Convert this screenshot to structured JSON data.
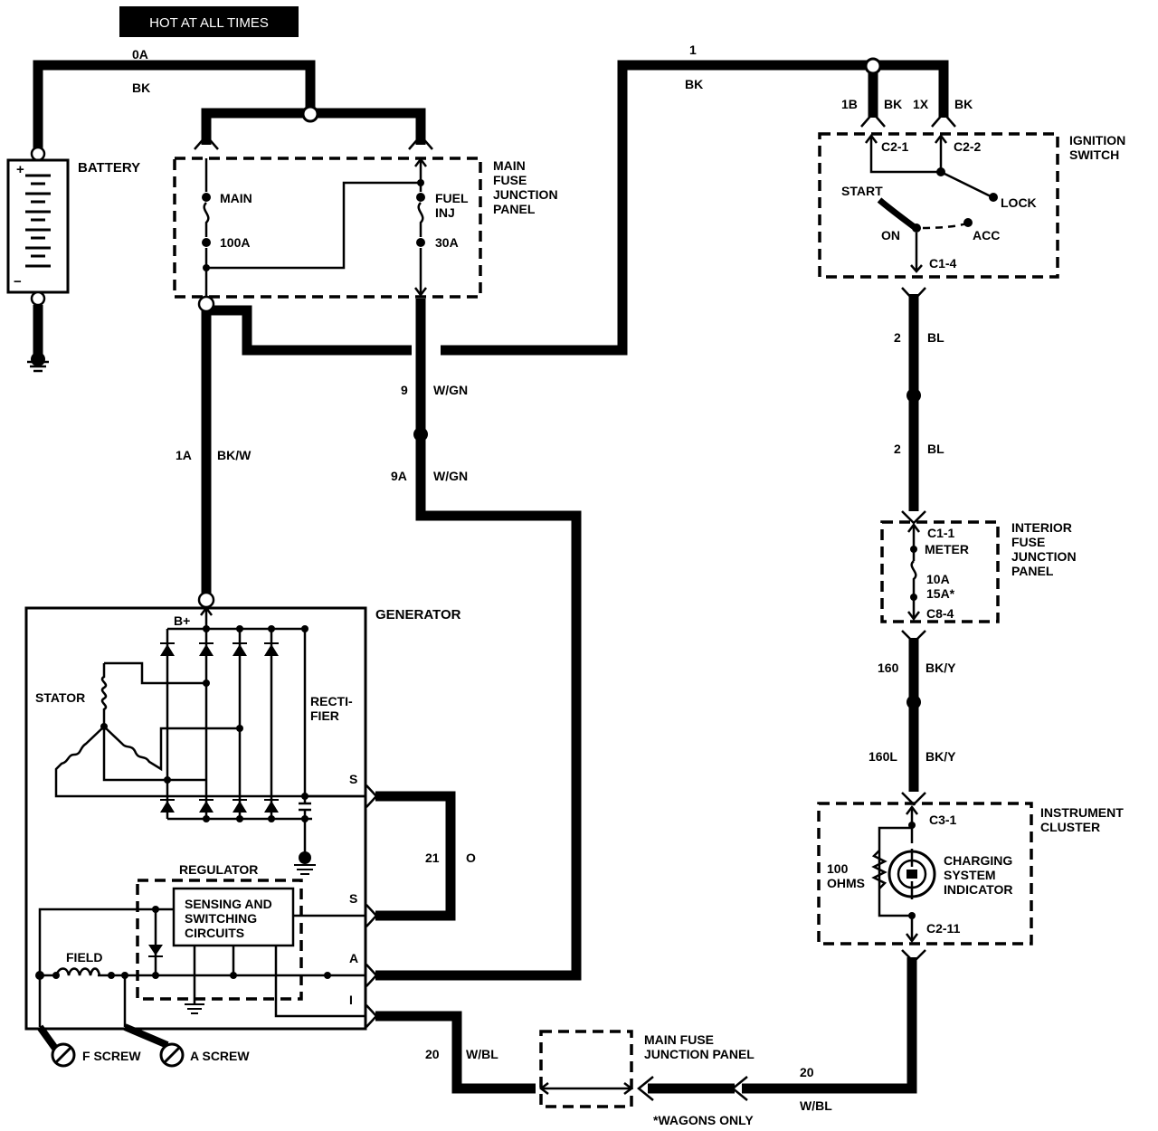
{
  "header_badge": "HOT AT ALL TIMES",
  "components": {
    "battery": "BATTERY",
    "battery_plus": "+",
    "battery_minus": "−",
    "main_fuse_panel": [
      "MAIN",
      "FUSE",
      "JUNCTION",
      "PANEL"
    ],
    "main_fuse": [
      "MAIN",
      "100A"
    ],
    "fuel_inj_fuse": [
      "FUEL",
      "INJ",
      "30A"
    ],
    "ignition_switch": [
      "IGNITION",
      "SWITCH"
    ],
    "ign_connectors": [
      "C2-1",
      "C2-2",
      "C1-4"
    ],
    "ign_positions": [
      "START",
      "LOCK",
      "ON",
      "ACC"
    ],
    "interior_panel": [
      "INTERIOR",
      "FUSE",
      "JUNCTION",
      "PANEL"
    ],
    "interior_fuse": [
      "C1-1",
      "METER",
      "10A",
      "15A*",
      "C8-4"
    ],
    "instrument_cluster": [
      "INSTRUMENT",
      "CLUSTER"
    ],
    "cluster_connectors": [
      "C3-1",
      "C2-11"
    ],
    "resistor": [
      "100",
      "OHMS"
    ],
    "indicator": [
      "CHARGING",
      "SYSTEM",
      "INDICATOR"
    ],
    "generator": "GENERATOR",
    "b_plus": "B+",
    "stator": "STATOR",
    "rectifier": [
      "RECTI-",
      "FIER"
    ],
    "regulator": "REGULATOR",
    "sensing": [
      "SENSING AND",
      "SWITCHING",
      "CIRCUITS"
    ],
    "field": "FIELD",
    "terminals": [
      "S",
      "S",
      "A",
      "I"
    ],
    "f_screw": "F SCREW",
    "a_screw": "A SCREW",
    "main_fuse_panel_2": [
      "MAIN FUSE",
      "JUNCTION PANEL"
    ],
    "footnote": "*WAGONS ONLY"
  },
  "wires": {
    "w0a": {
      "circuit": "0A",
      "color": "BK"
    },
    "w1": {
      "circuit": "1",
      "color": "BK"
    },
    "w1b": {
      "circuit": "1B",
      "color": "BK"
    },
    "w1x": {
      "circuit": "1X",
      "color": "BK"
    },
    "w2a": {
      "circuit": "2",
      "color": "BL"
    },
    "w2b": {
      "circuit": "2",
      "color": "BL"
    },
    "w9": {
      "circuit": "9",
      "color": "W/GN"
    },
    "w9a": {
      "circuit": "9A",
      "color": "W/GN"
    },
    "w1a": {
      "circuit": "1A",
      "color": "BK/W"
    },
    "w160": {
      "circuit": "160",
      "color": "BK/Y"
    },
    "w160l": {
      "circuit": "160L",
      "color": "BK/Y"
    },
    "w21": {
      "circuit": "21",
      "color": "O"
    },
    "w20a": {
      "circuit": "20",
      "color": "W/BL"
    },
    "w20b": {
      "circuit": "20",
      "color": "W/BL"
    }
  }
}
